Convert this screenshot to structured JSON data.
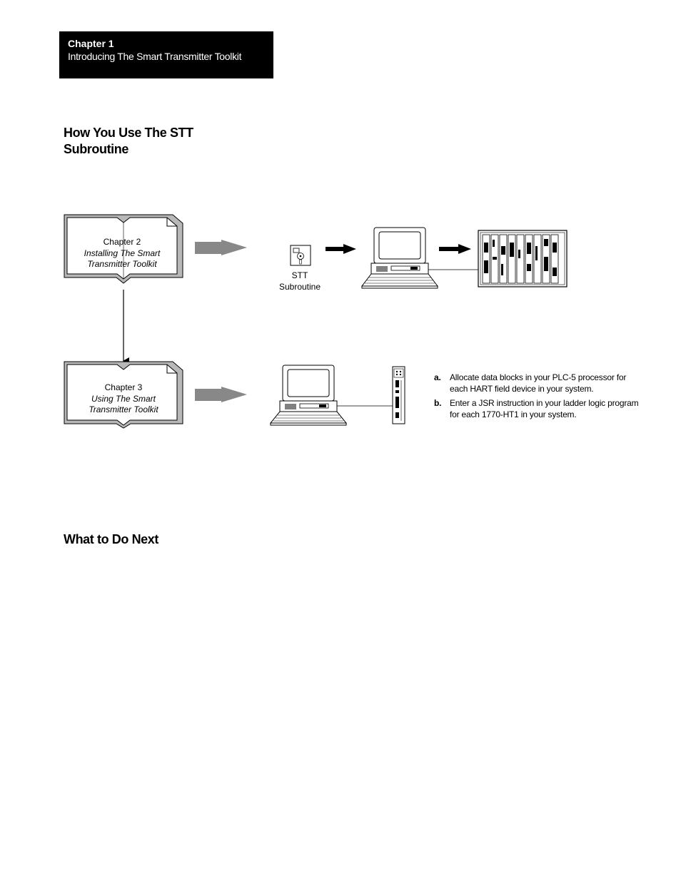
{
  "header": {
    "chapter": "Chapter  1",
    "subtitle": "Introducing The Smart Transmitter Toolkit"
  },
  "section_how": {
    "line1": "How You Use The STT",
    "line2": "Subroutine"
  },
  "diagram": {
    "book1": {
      "label": "Chapter 2",
      "title_line1": "Installing The Smart",
      "title_line2": "Transmitter Toolkit"
    },
    "book2": {
      "label": "Chapter 3",
      "title_line1": "Using The Smart",
      "title_line2": "Transmitter Toolkit"
    },
    "disk_label_line1": "STT",
    "disk_label_line2": "Subroutine"
  },
  "steps": [
    {
      "label": "a.",
      "text": "Allocate data blocks in your PLC-5 processor for each HART field device in your system."
    },
    {
      "label": "b.",
      "text": "Enter a JSR instruction in your ladder logic program for each 1770-HT1 in your system."
    }
  ],
  "section_next": {
    "title": "What to Do Next"
  }
}
